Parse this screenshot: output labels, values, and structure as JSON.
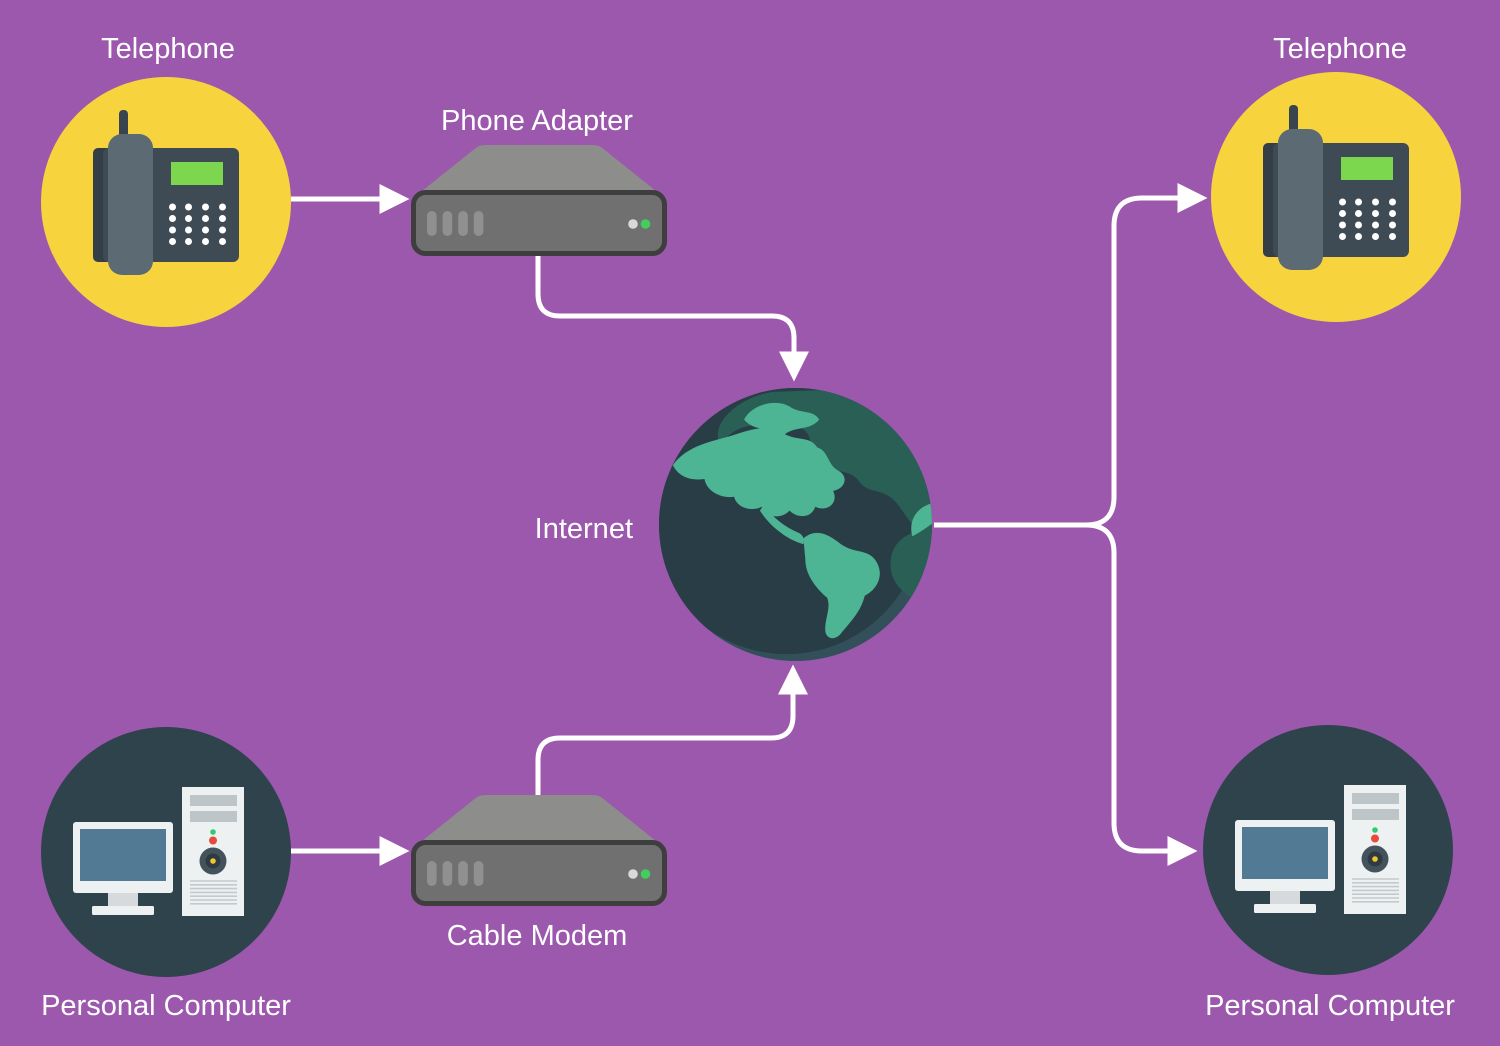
{
  "diagram": {
    "title": "VoIP network diagram",
    "background_color": "#9c58ad",
    "connector_color": "#ffffff",
    "nodes": {
      "telephone_left": {
        "label": "Telephone",
        "icon": "desk-telephone-icon",
        "circle_color": "#f7d33e"
      },
      "phone_adapter": {
        "label": "Phone Adapter",
        "icon": "network-device-icon"
      },
      "internet": {
        "label": "Internet",
        "icon": "globe-icon"
      },
      "cable_modem": {
        "label": "Cable Modem",
        "icon": "network-device-icon"
      },
      "pc_left": {
        "label": "Personal Computer",
        "icon": "desktop-computer-icon",
        "circle_color": "#2f434d"
      },
      "telephone_right": {
        "label": "Telephone",
        "icon": "desk-telephone-icon",
        "circle_color": "#f7d33e"
      },
      "pc_right": {
        "label": "Personal Computer",
        "icon": "desktop-computer-icon",
        "circle_color": "#2f434d"
      }
    },
    "connections": [
      {
        "from": "telephone_left",
        "to": "phone_adapter"
      },
      {
        "from": "phone_adapter",
        "to": "internet"
      },
      {
        "from": "pc_left",
        "to": "cable_modem"
      },
      {
        "from": "cable_modem",
        "to": "internet"
      },
      {
        "from": "internet",
        "to": "telephone_right"
      },
      {
        "from": "internet",
        "to": "pc_right"
      }
    ],
    "palette": {
      "yellow_circle": "#f7d33e",
      "dark_circle": "#2f434d",
      "device_body": "#707070",
      "device_top": "#8d8d8c",
      "device_outline": "#3e3e3e",
      "device_led_white": "#d9d9d9",
      "device_led_green": "#42cd5d",
      "globe_ocean": "#293d46",
      "globe_rim": "#33505a",
      "globe_land_light": "#4db494",
      "globe_land_dark": "#2a5f55",
      "phone_body": "#3e4b55",
      "phone_handset": "#5c6a73",
      "phone_screen_green": "#7cd74e",
      "monitor_screen_blue": "#527a94",
      "label_color": "#ffffff"
    }
  }
}
